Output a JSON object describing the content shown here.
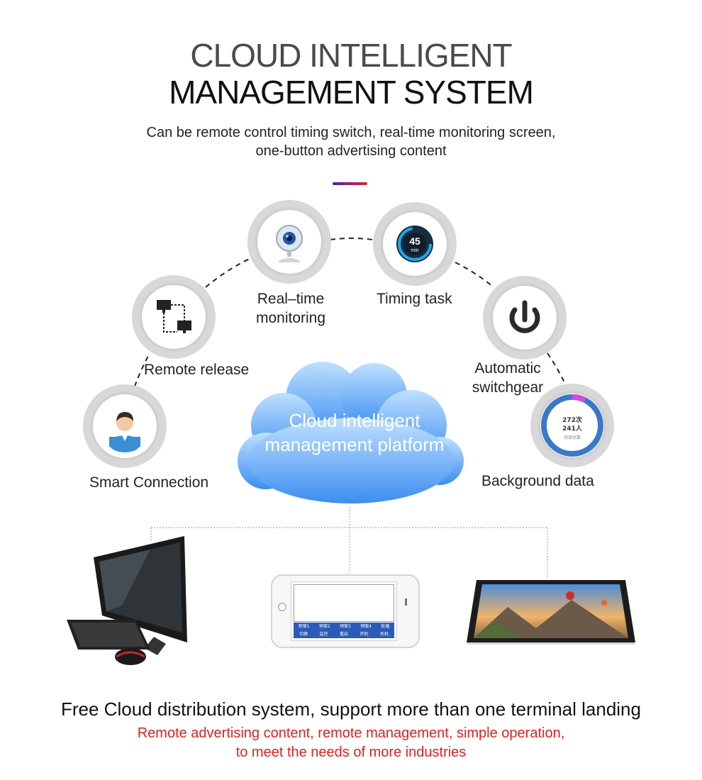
{
  "header": {
    "title_line1": "CLOUD INTELLIGENT",
    "title_line2": "MANAGEMENT SYSTEM",
    "subtitle_line1": "Can be remote control timing switch, real-time monitoring screen,",
    "subtitle_line2": "one-button advertising content",
    "accent_colors": [
      "#4b1fa8",
      "#e2243a"
    ]
  },
  "nodes": {
    "smart_connection": {
      "label": "Smart Connection",
      "icon": "user-icon"
    },
    "remote_release": {
      "label": "Remote release",
      "icon": "network-icon"
    },
    "realtime_monitoring": {
      "label_line1": "Real–time",
      "label_line2": "monitoring",
      "icon": "webcam-icon"
    },
    "timing_task": {
      "label": "Timing task",
      "icon": "timer-icon",
      "timer_value": "45",
      "timer_unit": "min"
    },
    "automatic_switchgear": {
      "label_line1": "Automatic",
      "label_line2": "switchgear",
      "icon": "power-icon"
    },
    "background_data": {
      "label": "Background data",
      "icon": "donut-chart-icon",
      "stat1": "272次",
      "stat2": "241人",
      "stat3": "阅读总数"
    }
  },
  "cloud": {
    "line1": "Cloud intelligent",
    "line2": "management platform",
    "color_top": "#b8dcff",
    "color_bottom": "#3d8ef0"
  },
  "devices": {
    "desktop": {
      "icon": "all-in-one-computer-icon"
    },
    "phone": {
      "icon": "smartphone-icon",
      "row1": [
        "预案1",
        "预案2",
        "预案3",
        "预案4",
        "轮播"
      ],
      "row2": [
        "切换",
        "监控",
        "重启",
        "开机",
        "关机"
      ]
    },
    "tablet": {
      "icon": "tablet-icon"
    }
  },
  "footer": {
    "line1": "Free Cloud distribution system, support more than one terminal landing",
    "line2a": "Remote advertising content, remote management, simple operation,",
    "line2b": "to meet the needs of more industries",
    "accent_red": "#e02020"
  }
}
